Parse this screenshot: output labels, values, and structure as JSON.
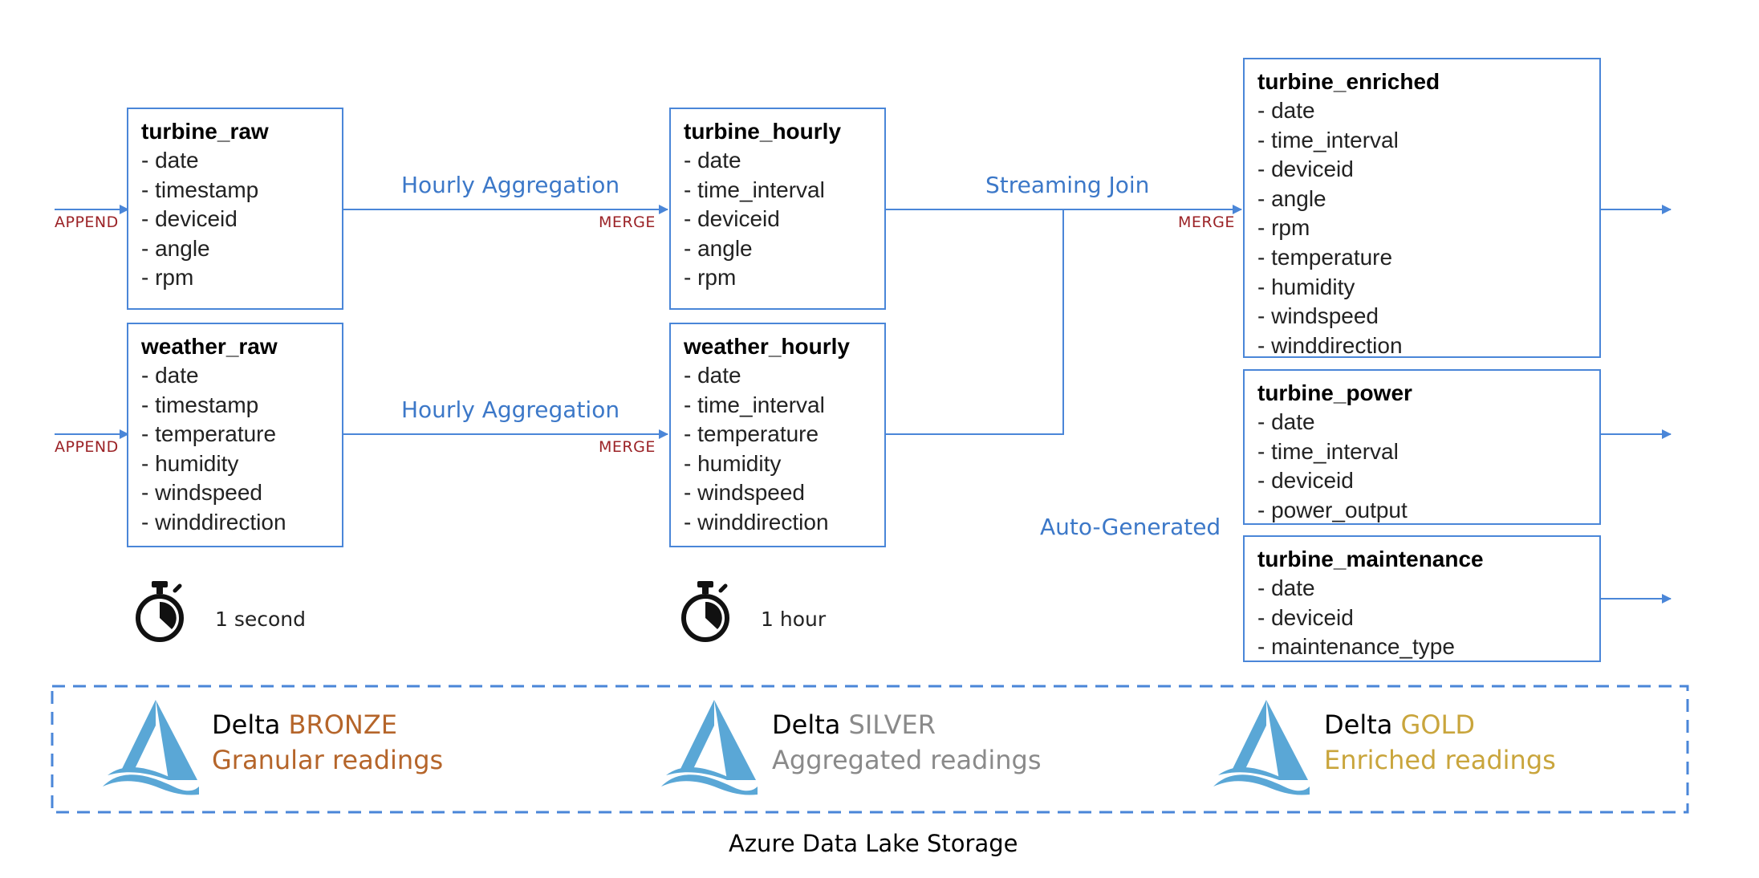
{
  "tables": {
    "turbine_raw": {
      "name": "turbine_raw",
      "fields": [
        "- date",
        "- timestamp",
        "- deviceid",
        "- angle",
        "- rpm"
      ]
    },
    "weather_raw": {
      "name": "weather_raw",
      "fields": [
        "- date",
        "- timestamp",
        "- temperature",
        "- humidity",
        "- windspeed",
        "- winddirection"
      ]
    },
    "turbine_hourly": {
      "name": "turbine_hourly",
      "fields": [
        "- date",
        "- time_interval",
        "- deviceid",
        "- angle",
        "- rpm"
      ]
    },
    "weather_hourly": {
      "name": "weather_hourly",
      "fields": [
        "- date",
        "- time_interval",
        "- temperature",
        "- humidity",
        "- windspeed",
        "- winddirection"
      ]
    },
    "turbine_enriched": {
      "name": "turbine_enriched",
      "fields": [
        "- date",
        "- time_interval",
        "- deviceid",
        "- angle",
        "- rpm",
        "- temperature",
        "- humidity",
        "- windspeed",
        "- winddirection"
      ]
    },
    "turbine_power": {
      "name": "turbine_power",
      "fields": [
        "- date",
        "- time_interval",
        "- deviceid",
        "- power_output"
      ]
    },
    "turbine_maintenance": {
      "name": "turbine_maintenance",
      "fields": [
        "- date",
        "- deviceid",
        "- maintenance_type"
      ]
    }
  },
  "flows": {
    "hourly_aggregation_top": "Hourly Aggregation",
    "hourly_aggregation_bottom": "Hourly Aggregation",
    "streaming_join": "Streaming Join",
    "auto_generated": "Auto-Generated"
  },
  "write_modes": {
    "append_1": "APPEND",
    "append_2": "APPEND",
    "merge_1": "MERGE",
    "merge_2": "MERGE",
    "merge_3": "MERGE"
  },
  "timers": {
    "bronze": "1 second",
    "silver": "1 hour"
  },
  "tiers": {
    "bronze": {
      "prefix": "Delta",
      "level": "BRONZE",
      "description": "Granular readings",
      "color": "#b5652a"
    },
    "silver": {
      "prefix": "Delta",
      "level": "SILVER",
      "description": "Aggregated readings",
      "color": "#8a8a8a"
    },
    "gold": {
      "prefix": "Delta",
      "level": "GOLD",
      "description": "Enriched readings",
      "color": "#c9a53c"
    }
  },
  "storage": {
    "label": "Azure Data Lake Storage"
  },
  "colors": {
    "line": "#4a86d8",
    "flow_text": "#3c78c8",
    "mode_text": "#9b2226",
    "logo": "#5aa7d6"
  },
  "icons": [
    "stopwatch-icon",
    "delta-lake-logo-icon"
  ]
}
